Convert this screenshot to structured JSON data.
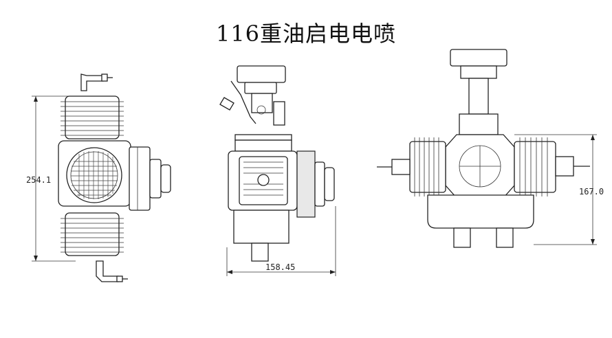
{
  "title": "116重油启电电喷",
  "views": {
    "side": {
      "dimension_label": "254.1"
    },
    "front": {
      "dimension_label": "158.45"
    },
    "rear": {
      "dimension_label": "167.0"
    }
  }
}
